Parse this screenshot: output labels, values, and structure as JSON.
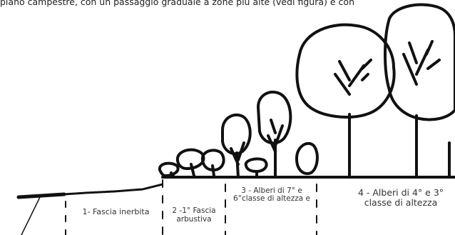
{
  "caption": "piano campestre, con un passaggio graduale a zone più alte (vedi figura) e con",
  "zones": [
    {
      "label": "1- Fascia inerbita"
    },
    {
      "label": "2 -1° Fascia arbustiva"
    },
    {
      "label": "3 - Alberi di 7° e 6°classe di altezza e"
    },
    {
      "label": "4 - Alberi di 4° e 3° classe di altezza"
    }
  ],
  "colors": {
    "ink": "#111111",
    "text": "#333333"
  }
}
